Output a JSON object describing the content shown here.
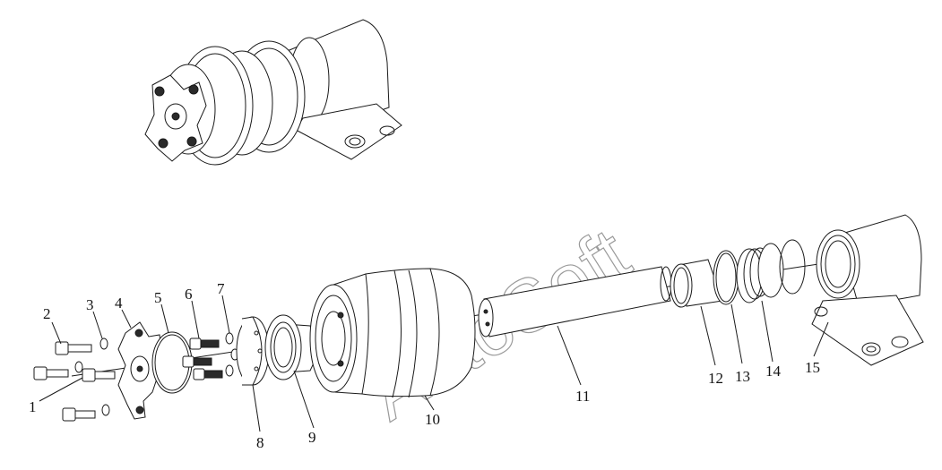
{
  "watermark": "AutoSoft",
  "callouts": [
    {
      "id": "1",
      "label": "1"
    },
    {
      "id": "2",
      "label": "2"
    },
    {
      "id": "3",
      "label": "3"
    },
    {
      "id": "4",
      "label": "4"
    },
    {
      "id": "5",
      "label": "5"
    },
    {
      "id": "6",
      "label": "6"
    },
    {
      "id": "7",
      "label": "7"
    },
    {
      "id": "8",
      "label": "8"
    },
    {
      "id": "9",
      "label": "9"
    },
    {
      "id": "10",
      "label": "10"
    },
    {
      "id": "11",
      "label": "11"
    },
    {
      "id": "12",
      "label": "12"
    },
    {
      "id": "13",
      "label": "13"
    },
    {
      "id": "14",
      "label": "14"
    },
    {
      "id": "15",
      "label": "15"
    }
  ],
  "colors": {
    "line": "#1a1a1a",
    "watermark": "#9a9a9a",
    "background": "#ffffff"
  }
}
